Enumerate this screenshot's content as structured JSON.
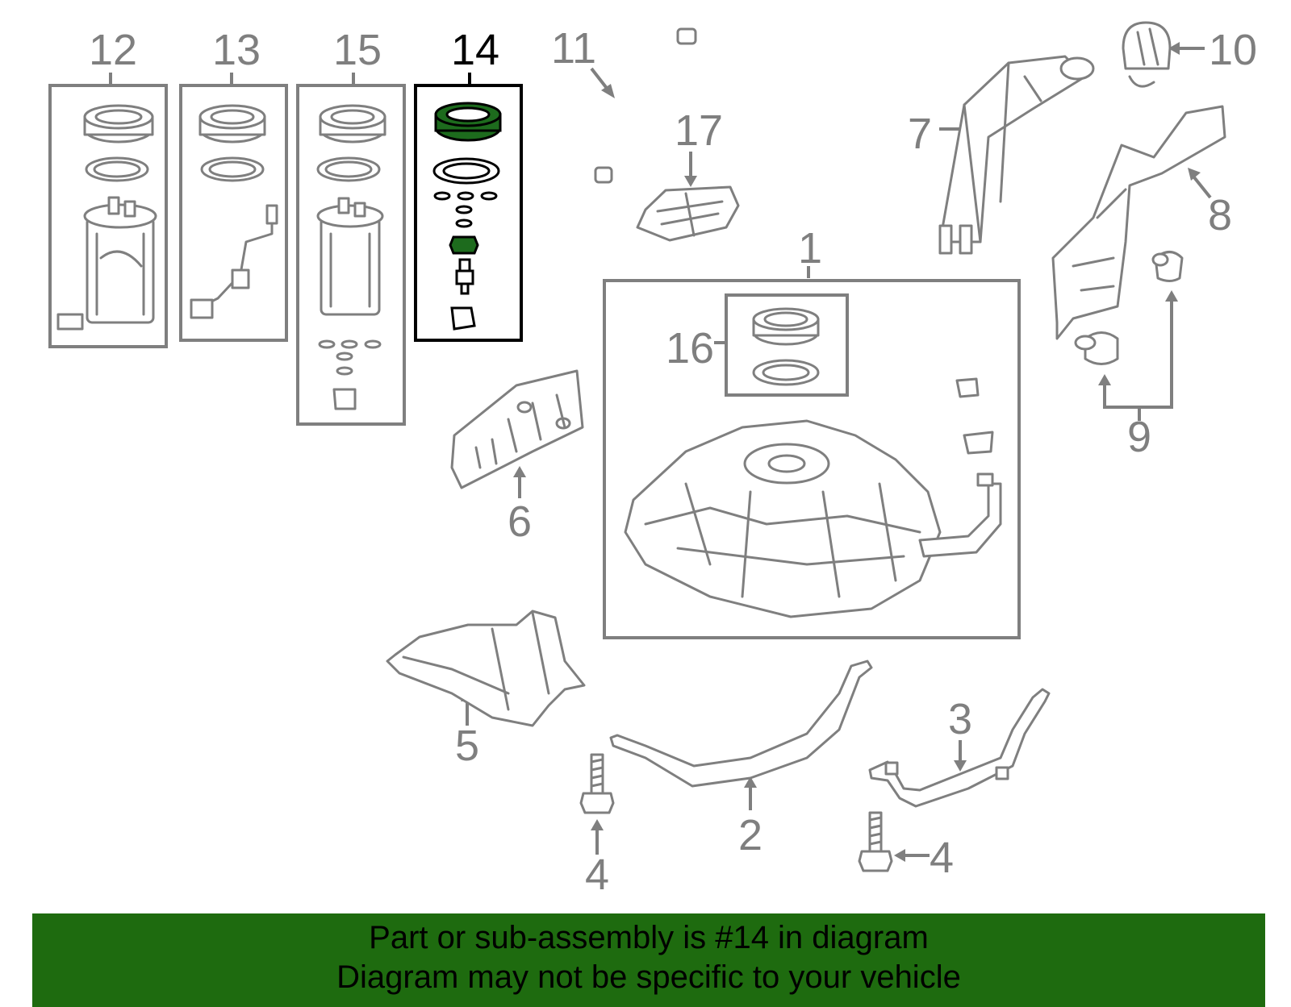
{
  "callouts": {
    "c1": "1",
    "c2": "2",
    "c3": "3",
    "c4a": "4",
    "c4b": "4",
    "c5": "5",
    "c6": "6",
    "c7": "7",
    "c8": "8",
    "c9": "9",
    "c10": "10",
    "c11": "11",
    "c12": "12",
    "c13": "13",
    "c14": "14",
    "c15": "15",
    "c16": "16",
    "c17": "17"
  },
  "highlight": {
    "part": "14",
    "color": "#1d6b1d"
  },
  "banner": {
    "line1": "Part or sub-assembly is #14 in diagram",
    "line2": "Diagram may not be specific to your vehicle",
    "background": "#1e6b0f"
  }
}
